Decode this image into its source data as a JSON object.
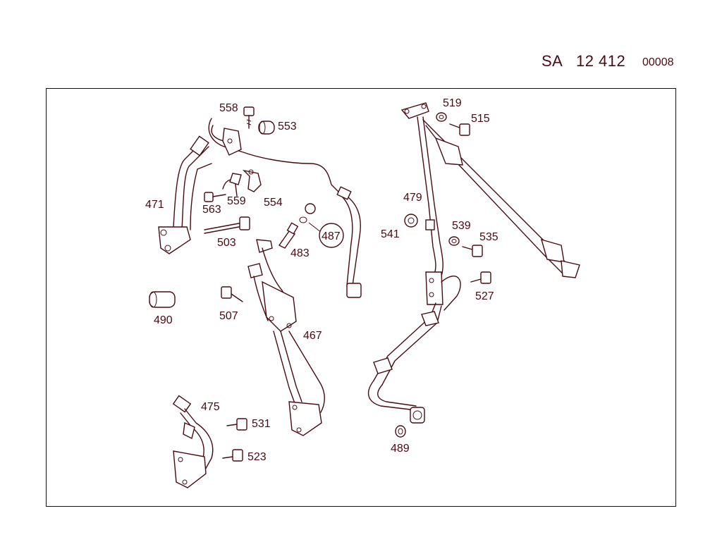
{
  "header": {
    "code": "SA   12 412",
    "sheet": "00008"
  },
  "labels": {
    "p558": "558",
    "p553": "553",
    "p471": "471",
    "p563": "563",
    "p559": "559",
    "p554": "554",
    "p503": "503",
    "p483": "483",
    "p487": "487",
    "p490": "490",
    "p507": "507",
    "p467": "467",
    "p475": "475",
    "p531": "531",
    "p523": "523",
    "p519": "519",
    "p515": "515",
    "p479": "479",
    "p541": "541",
    "p539": "539",
    "p535": "535",
    "p527": "527",
    "p489": "489"
  }
}
